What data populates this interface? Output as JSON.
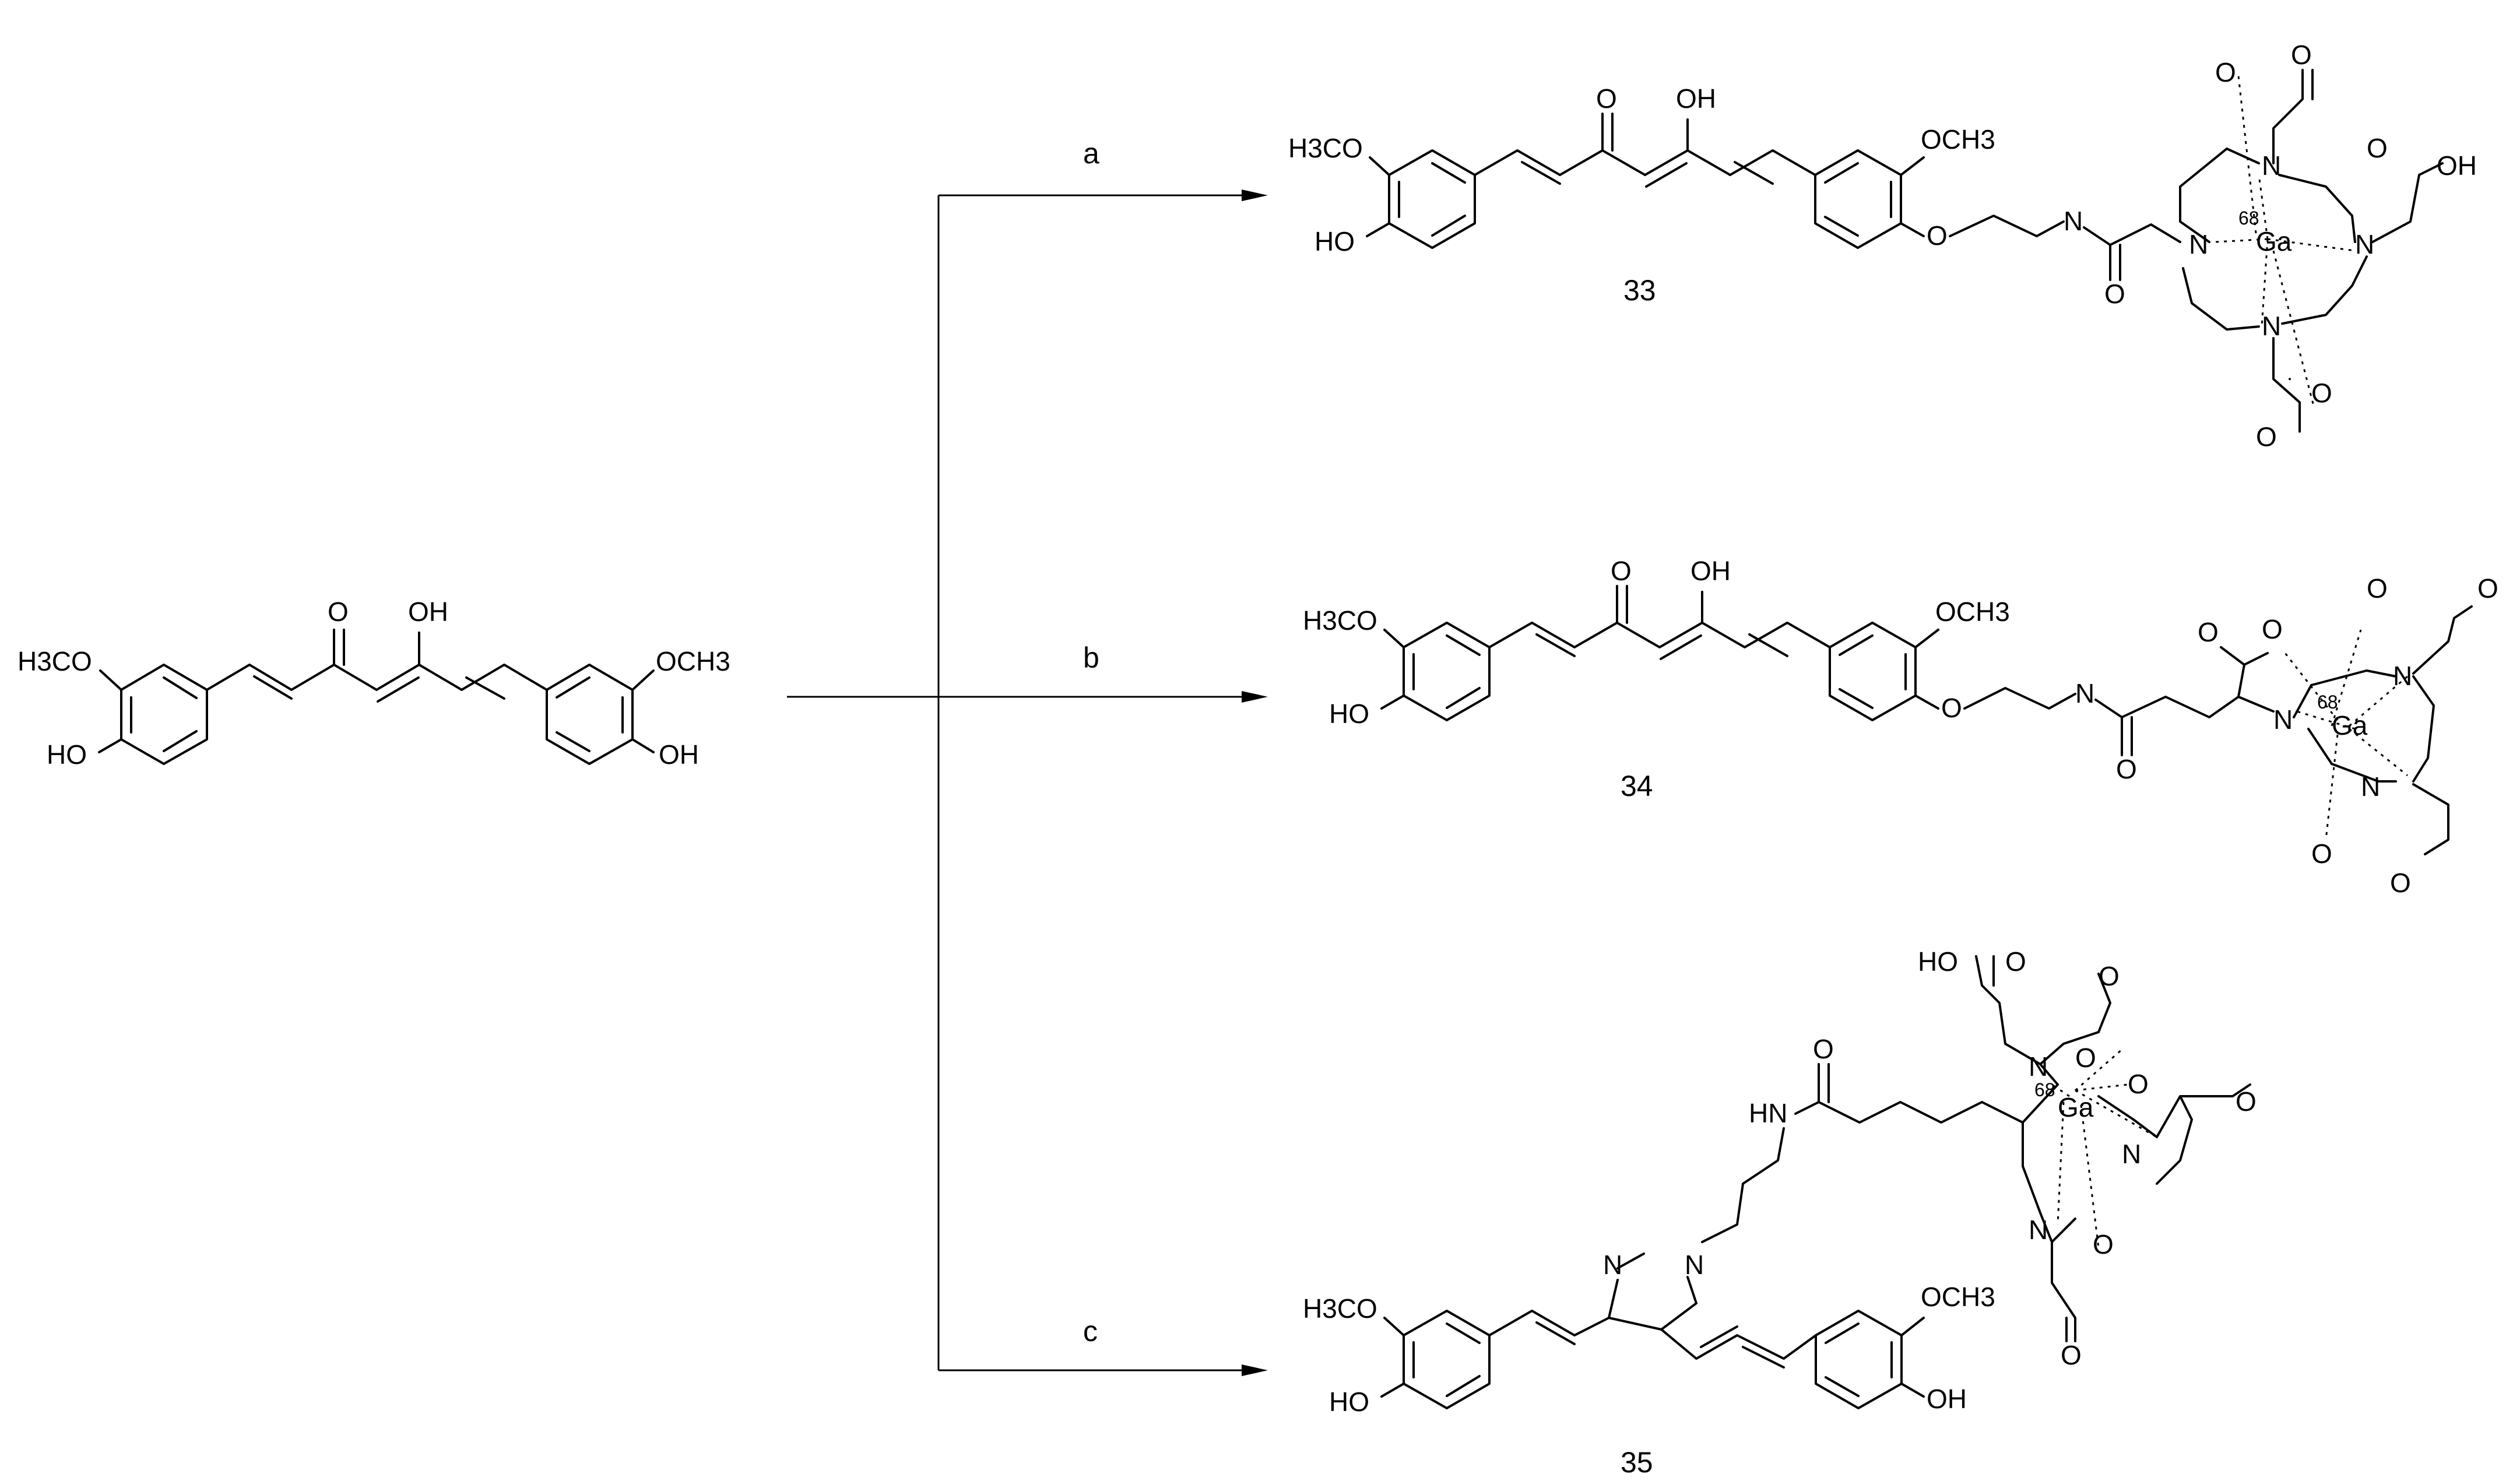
{
  "conditions": [
    "a",
    "b",
    "c"
  ],
  "compounds": {
    "start": {
      "labels": [
        "H3CO",
        "HO",
        "O",
        "OH",
        "OCH3",
        "OH"
      ]
    },
    "c33": {
      "number": "33",
      "labels": [
        "H3CO",
        "HO",
        "O",
        "OH",
        "OCH3",
        "O",
        "N",
        "O",
        "N",
        "N",
        "N",
        "N",
        "68",
        "Ga",
        "O",
        "O",
        "O",
        "OH",
        "O",
        "O"
      ]
    },
    "c34": {
      "number": "34",
      "labels": [
        "H3CO",
        "HO",
        "O",
        "OH",
        "OCH3",
        "O",
        "N",
        "O",
        "O",
        "O",
        "N",
        "N",
        "N",
        "68",
        "Ga",
        "O",
        "O",
        "O",
        "O"
      ]
    },
    "c35": {
      "number": "35",
      "labels": [
        "H3CO",
        "HO",
        "N",
        "N",
        "OCH3",
        "OH",
        "HN",
        "O",
        "HO",
        "O",
        "O",
        "O",
        "N",
        "68",
        "Ga",
        "O",
        "O",
        "N",
        "N",
        "O",
        "O"
      ]
    }
  }
}
